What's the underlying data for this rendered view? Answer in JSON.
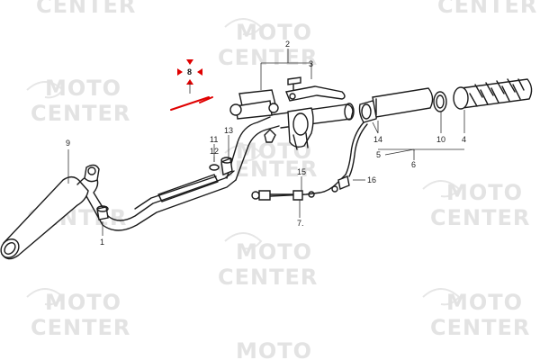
{
  "watermark": {
    "line1": "MOTO",
    "line2": "CENTER"
  },
  "callouts": [
    "2",
    "3",
    "8",
    "9",
    "11",
    "12",
    "13",
    "14",
    "10",
    "4",
    "5",
    "6",
    "15",
    "16",
    "7.",
    "1"
  ],
  "highlighted_callout": "8",
  "colors": {
    "highlight": "#e00000",
    "watermark": "#e3e3e3",
    "line_art": "#1a1a1a"
  }
}
